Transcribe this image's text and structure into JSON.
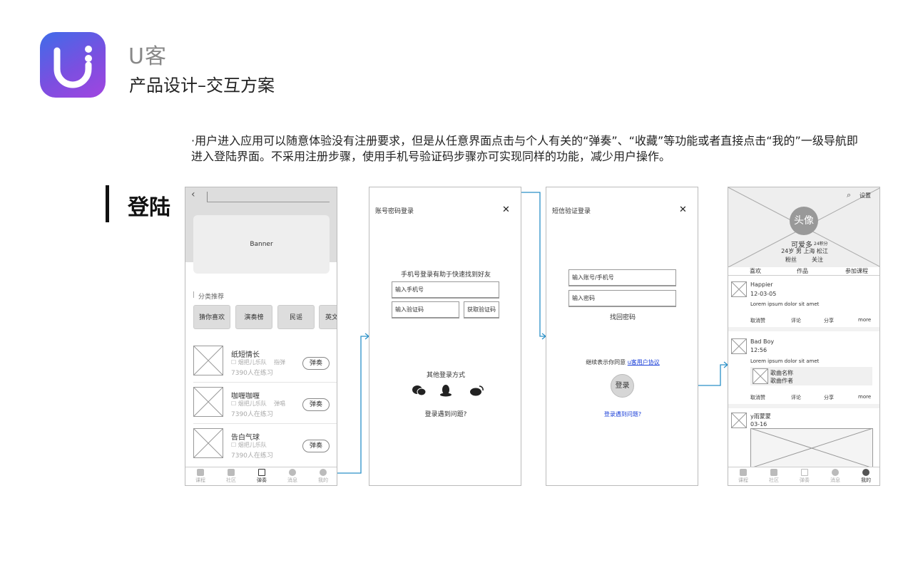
{
  "header": {
    "app_name": "U客",
    "subtitle": "产品设计–交互方案"
  },
  "description": "·用户进入应用可以随意体验没有注册要求，但是从任意界面点击与个人有关的“弹奏”、“收藏”等功能或者直接点击“我的”一级导航即进入登陆界面。不采用注册步骤，使用手机号验证码步骤亦可实现同样的功能，减少用户操作。",
  "section_title": "登陆",
  "screen1": {
    "banner": "Banner",
    "category_title": "分类推荐",
    "categories": [
      "猜你喜欢",
      "演奏榜",
      "民谣",
      "英文"
    ],
    "songs": [
      {
        "title": "纸短情长",
        "band": "烟把儿乐队",
        "tag": "指弹",
        "practice": "7390人在练习",
        "btn": "弹奏"
      },
      {
        "title": "咖喱咖喱",
        "band": "烟把儿乐队",
        "tag": "弹唱",
        "practice": "7390人在练习",
        "btn": "弹奏"
      },
      {
        "title": "告白气球",
        "band": "烟把儿乐队",
        "tag": "",
        "practice": "7390人在练习",
        "btn": "弹奏"
      }
    ],
    "tabs": [
      "课程",
      "社区",
      "弹奏",
      "消息",
      "我的"
    ]
  },
  "screen2": {
    "title": "账号密码登录",
    "hint": "手机号登录有助于快速找到好友",
    "phone_placeholder": "输入手机号",
    "code_placeholder": "输入验证码",
    "get_code": "获取验证码",
    "other": "其他登录方式",
    "trouble": "登录遇到问题?"
  },
  "screen3": {
    "title": "短信验证登录",
    "account_placeholder": "输入账号/手机号",
    "password_placeholder": "输入密码",
    "forgot": "找回密码",
    "agree_prefix": "继续表示你同意",
    "agree_link": "u客用户协议",
    "login": "登录",
    "trouble": "登录遇到问题?"
  },
  "screen4": {
    "settings": "设置",
    "avatar": "头像",
    "nickname": "可爱多",
    "points": "24积分",
    "info": "24岁 男 上海 松江",
    "fans": "粉丝",
    "follow": "关注",
    "tabs": [
      "喜欢",
      "作品",
      "参加课程"
    ],
    "posts": [
      {
        "user": "Happier",
        "date": "12-03-05",
        "text": "Lorem ipsum dolor sit amet"
      },
      {
        "user": "Bad Boy",
        "date": "12:56",
        "text": "Lorem ipsum dolor sit amet",
        "song_name": "歌曲名称",
        "song_author": "歌曲作者"
      },
      {
        "user": "y雨蒙蒙",
        "date": "03-16"
      }
    ],
    "actions": [
      "取消赞",
      "评论",
      "分享",
      "more"
    ],
    "tabs_bottom": [
      "课程",
      "社区",
      "弹奏",
      "消息",
      "我的"
    ]
  }
}
